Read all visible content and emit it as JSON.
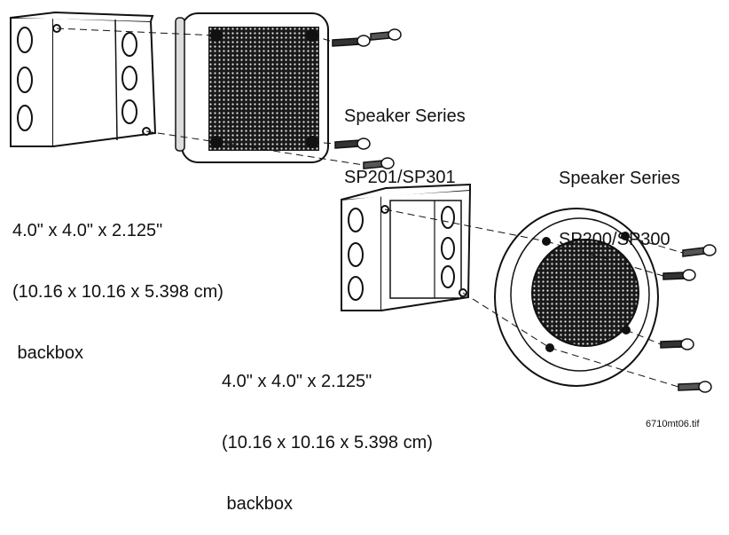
{
  "top_assembly": {
    "speaker_label": [
      "Speaker Series",
      "SP201/SP301"
    ],
    "backbox_label": [
      "4.0\" x 4.0\" x 2.125\"",
      "(10.16 x 10.16 x 5.398 cm)",
      " backbox"
    ]
  },
  "bottom_assembly": {
    "speaker_label": [
      "Speaker Series",
      "SP200/SP300"
    ],
    "backbox_label": [
      "4.0\" x 4.0\" x 2.125\"",
      "(10.16 x 10.16 x 5.398 cm)",
      " backbox"
    ]
  },
  "figure_id": "6710mt06.tif"
}
